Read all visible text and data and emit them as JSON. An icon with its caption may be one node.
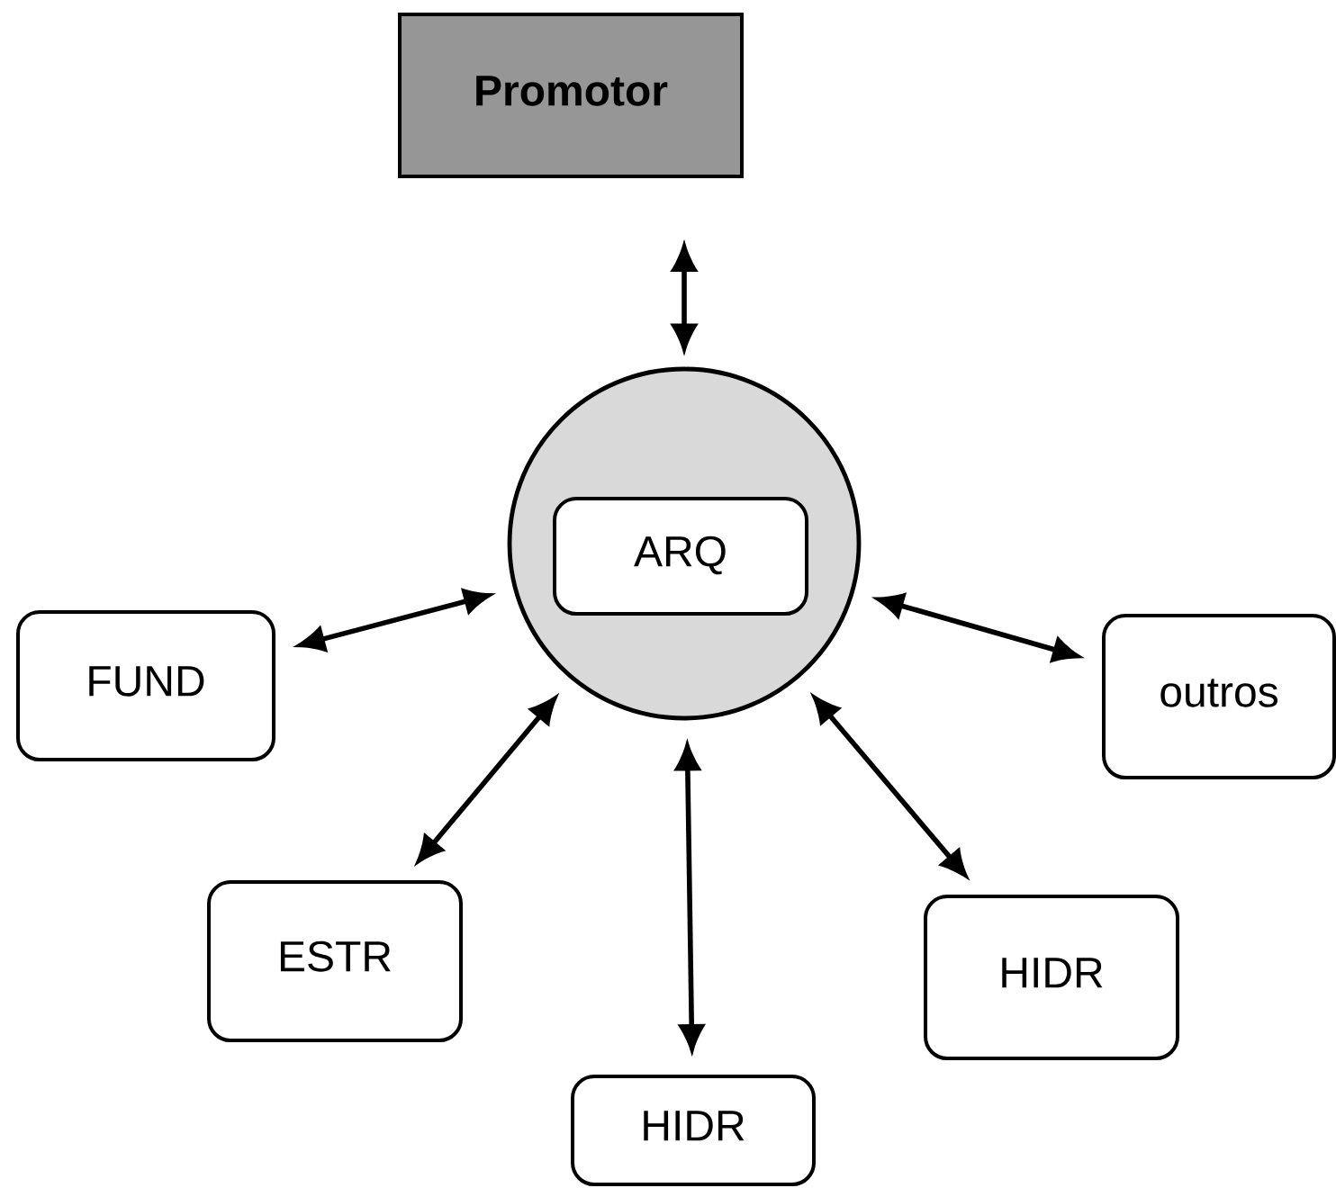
{
  "diagram": {
    "nodes": [
      {
        "text": [
          "Promotor"
        ]
      },
      {
        "text": [],
        "shape": "circle"
      },
      {
        "text": [
          "ARQ"
        ],
        "in": 1
      },
      {
        "text": [
          "FUND"
        ]
      },
      {
        "text": [
          "outros"
        ]
      },
      {
        "text": [
          "ESTR"
        ]
      },
      {
        "text": [
          "HIDR"
        ]
      },
      {
        "text": [
          "HIDR"
        ]
      }
    ],
    "edges": [
      {
        "from": 1,
        "to": 0,
        "arrow": "both"
      },
      {
        "from": 1,
        "to": 3,
        "arrow": "both"
      },
      {
        "from": 1,
        "to": 4,
        "arrow": "both"
      },
      {
        "from": 1,
        "to": 5,
        "arrow": "both"
      },
      {
        "from": 1,
        "to": 6,
        "arrow": "both"
      },
      {
        "from": 1,
        "to": 7,
        "arrow": "both"
      }
    ]
  }
}
